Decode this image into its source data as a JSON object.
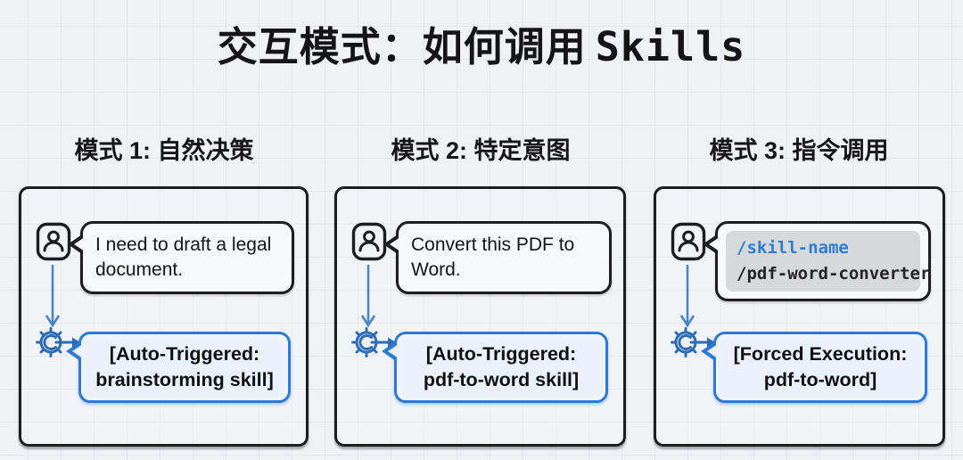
{
  "title": {
    "zh": "交互模式：如何调用",
    "en": "Skills"
  },
  "colors": {
    "accent_blue": "#2e7ad2",
    "code_blue": "#2d7dd2",
    "ink": "#1b1b1d",
    "grid_line": "#e2e6ef",
    "code_block_bg": "#d7d8da",
    "response_bg": "#e9f1fc"
  },
  "icons": {
    "user": "person-in-rounded-square",
    "gear": "gear-with-right-arrow",
    "down_arrow": "arrow-down"
  },
  "modes": [
    {
      "header": "模式 1: 自然决策",
      "user_message": "I need to draft a legal document.",
      "response": {
        "line1": "[Auto-Triggered:",
        "line2": "brainstorming skill]"
      }
    },
    {
      "header": "模式 2: 特定意图",
      "user_message": "Convert this PDF to Word.",
      "response": {
        "line1": "[Auto-Triggered:",
        "line2": "pdf-to-word skill]"
      }
    },
    {
      "header": "模式 3: 指令调用",
      "user_code": {
        "line1": "/skill-name",
        "line2": "/pdf-word-converter"
      },
      "response": {
        "line1": "[Forced Execution:",
        "line2": "pdf-to-word]"
      }
    }
  ]
}
